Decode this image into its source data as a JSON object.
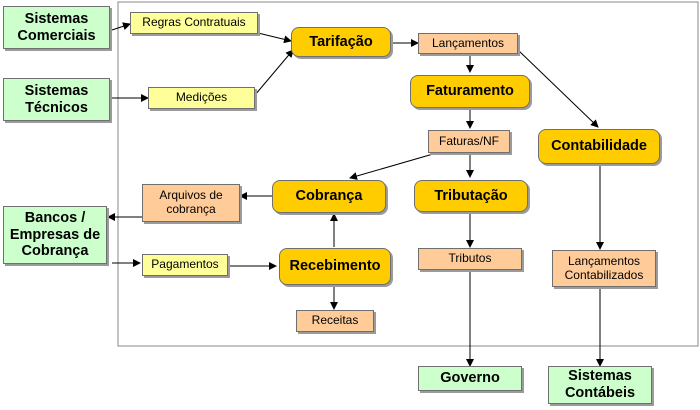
{
  "external": {
    "sistemas_comerciais": "Sistemas\nComerciais",
    "sistemas_tecnicos": "Sistemas\nTécnicos",
    "bancos": "Bancos /\nEmpresas de\nCobrança",
    "governo": "Governo",
    "sistemas_contabeis": "Sistemas\nContábeis"
  },
  "documents": {
    "regras_contratuais": "Regras Contratuais",
    "medicoes": "Medições",
    "pagamentos": "Pagamentos"
  },
  "processes": {
    "tarifacao": "Tarifação",
    "faturamento": "Faturamento",
    "contabilidade": "Contabilidade",
    "cobranca": "Cobrança",
    "tributacao": "Tributação",
    "recebimento": "Recebimento"
  },
  "outputs": {
    "lancamentos": "Lançamentos",
    "faturas_nf": "Faturas/NF",
    "arquivos_cobranca": "Arquivos de\ncobrança",
    "tributos": "Tributos",
    "lancamentos_contabilizados": "Lançamentos\nContabilizados",
    "receitas": "Receitas"
  },
  "colors": {
    "external_fill": "#ccffcc",
    "document_fill": "#ffff99",
    "process_fill": "#ffcc00",
    "output_fill": "#ffcc99",
    "border": "#6f6f6f",
    "shadow": "#9b9b9b"
  }
}
